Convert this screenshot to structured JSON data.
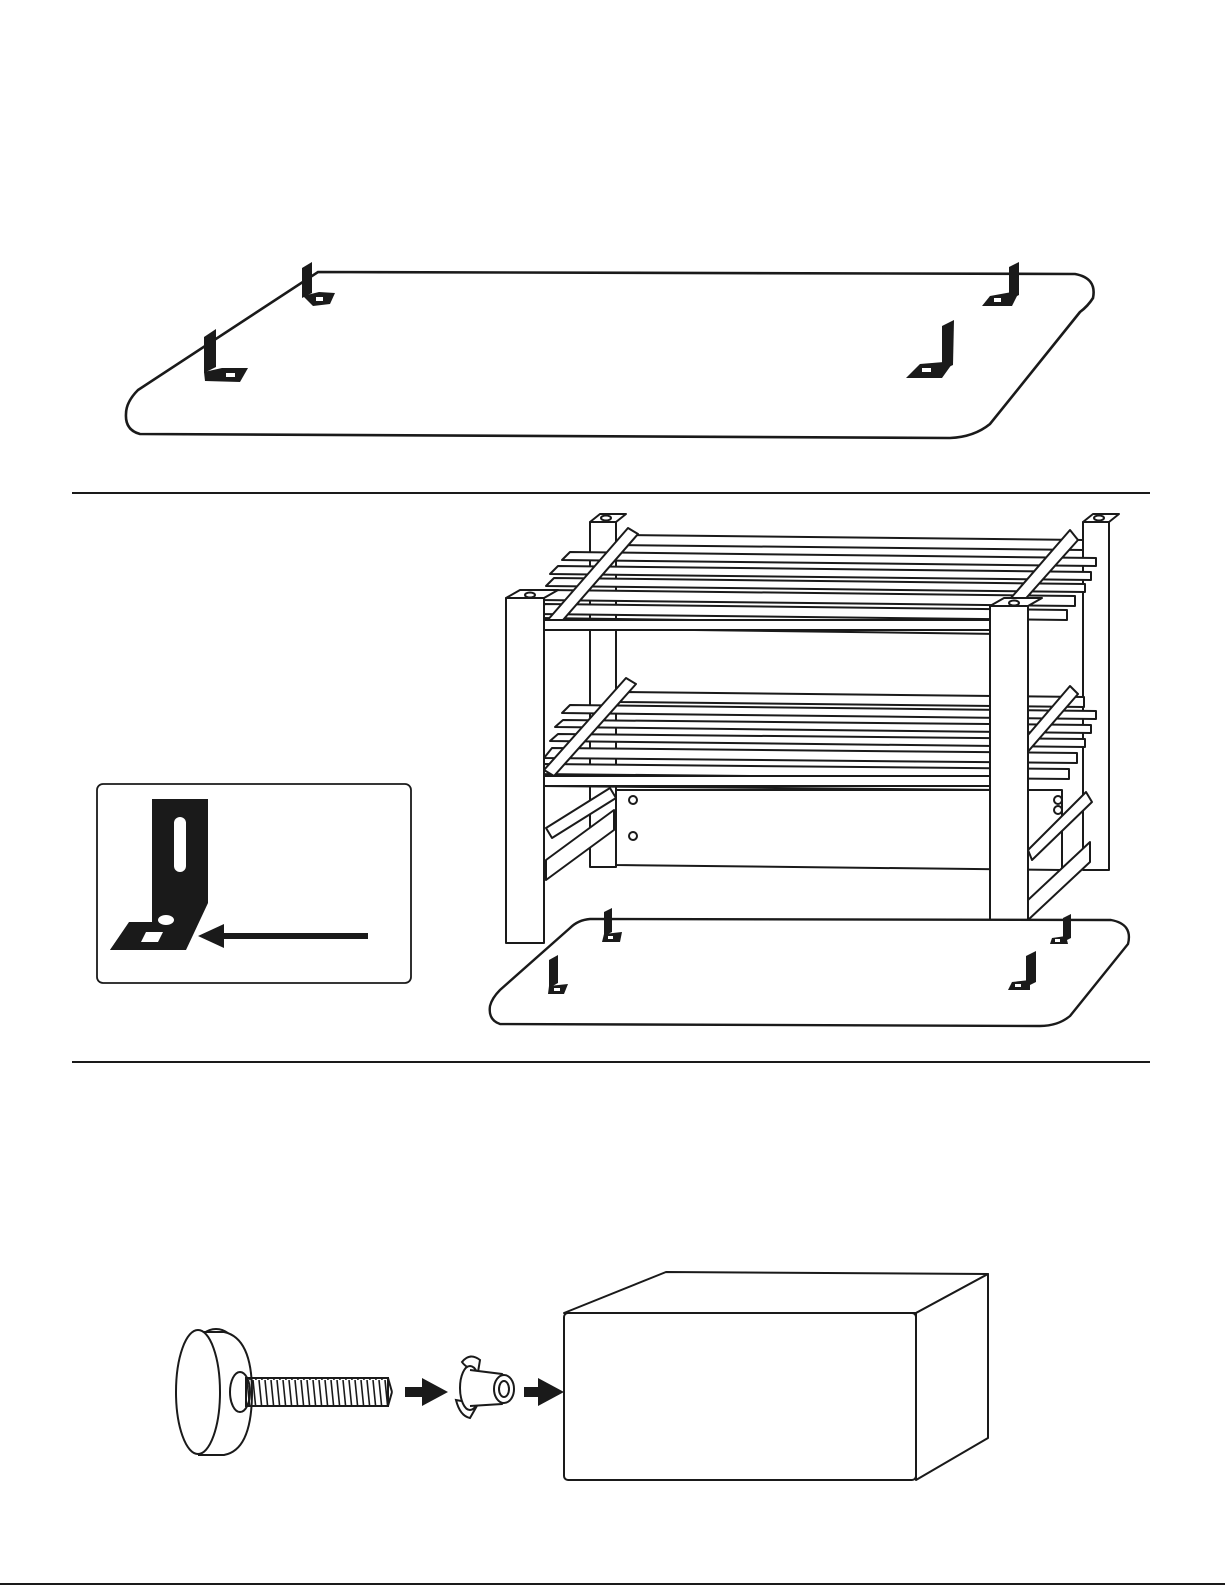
{
  "document": {
    "type": "assembly instruction sheet",
    "colors": {
      "ink": "#1a1a1a",
      "paper": "#ffffff"
    }
  },
  "panels": [
    {
      "name": "top-board-with-brackets",
      "icons": [
        "board",
        "l-bracket"
      ]
    },
    {
      "name": "shelf-frame-on-top-board",
      "icons": [
        "bracket-detail-callout",
        "arrow",
        "shelf-frame",
        "board",
        "l-bracket"
      ]
    },
    {
      "name": "leveling-foot-installation",
      "icons": [
        "leveling-foot",
        "arrow",
        "tee-nut",
        "arrow",
        "block"
      ]
    }
  ]
}
